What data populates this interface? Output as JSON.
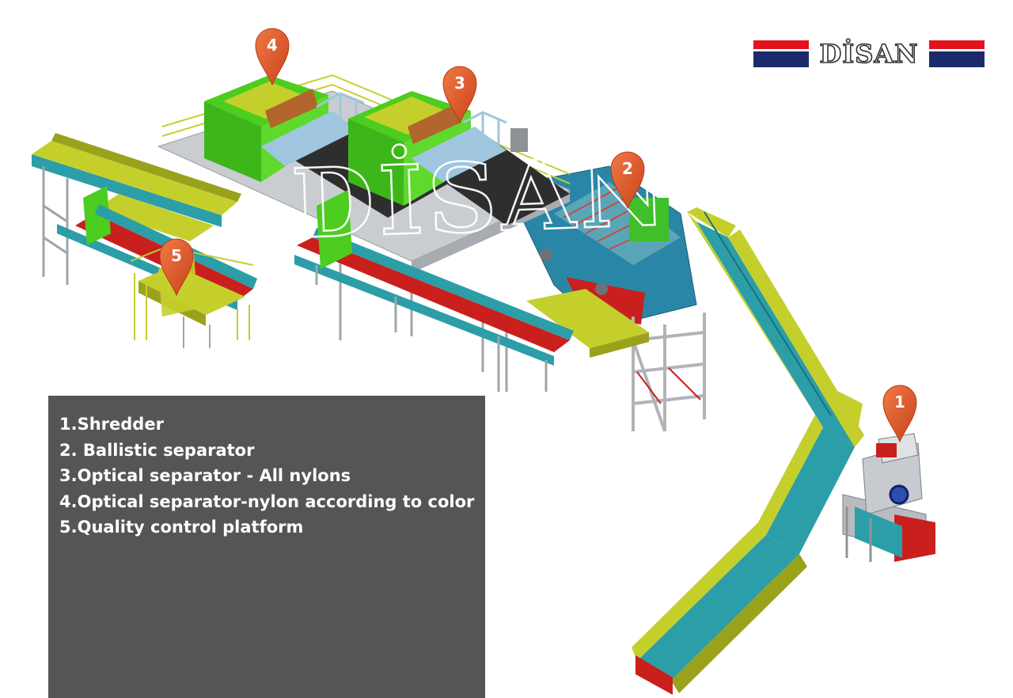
{
  "brand": {
    "name": "DİSAN",
    "watermark": "DİSAN",
    "colors": {
      "red": "#e3121c",
      "blue": "#1b2b6a"
    }
  },
  "legend": {
    "items": [
      "1.Shredder",
      "2. Ballistic separator",
      "3.Optical separator - All nylons",
      "4.Optical separator-nylon according to color",
      "5.Quality control platform"
    ]
  },
  "markers": [
    {
      "label": "1",
      "icon": "map-pin-icon"
    },
    {
      "label": "2",
      "icon": "map-pin-icon"
    },
    {
      "label": "3",
      "icon": "map-pin-icon"
    },
    {
      "label": "4",
      "icon": "map-pin-icon"
    },
    {
      "label": "5",
      "icon": "map-pin-icon"
    }
  ],
  "colors": {
    "pin": "#e2562c",
    "conveyor_yellow": "#c5cf2c",
    "conveyor_teal": "#2b9ea8",
    "machine_green": "#52d420",
    "machine_blue": "#2a86a6",
    "frame_gray": "#b8bcc0",
    "belt_red": "#c9201e",
    "legend_bg": "#555555"
  }
}
